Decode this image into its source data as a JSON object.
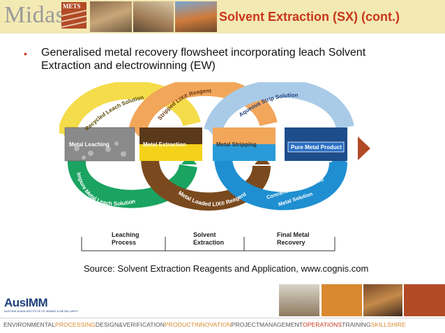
{
  "header": {
    "logo_text": "Midas",
    "logo_badge": "METS",
    "title": "Solvent Extraction (SX) (cont.)",
    "colors": {
      "title": "#c9361b",
      "strip": "#f3e9b3"
    }
  },
  "bullet": {
    "marker": "•",
    "text": "Generalised metal recovery flowsheet incorporating leach Solvent Extraction and electrowinning (EW)"
  },
  "diagram": {
    "stages": [
      {
        "label": "Metal Leaching"
      },
      {
        "label": "Metal Extraction"
      },
      {
        "label": "Metal Stripping"
      },
      {
        "label": "Pure Metal Product"
      }
    ],
    "flows": [
      {
        "label": "Recycled Leach Solution",
        "color": "#f4dc4a"
      },
      {
        "label": "Stripped LIX® Reagent",
        "color": "#f2a65a"
      },
      {
        "label": "Aqueous Strip Solution",
        "color": "#a9cbe8"
      },
      {
        "label": "Impure Metal Leach Solution",
        "color": "#1aa361"
      },
      {
        "label": "Metal Loaded LIX® Reagent",
        "color": "#7a4a1e"
      },
      {
        "label": "Concentrated & Purified Metal Solution",
        "color": "#1f8fd1"
      }
    ],
    "concentrated_line1": "Concentrated & Purified",
    "concentrated_line2": "Metal Solution",
    "processes": [
      {
        "line1": "Leaching",
        "line2": "Process"
      },
      {
        "line1": "Solvent",
        "line2": "Extraction"
      },
      {
        "line1": "Final Metal",
        "line2": "Recovery"
      }
    ]
  },
  "source": "Source: Solvent Extraction Reagents and Application, www.cognis.com",
  "footer": {
    "org": "AusIMM",
    "org_sub": "AUSTRALASIAN INSTITUTE OF MINING & METALLURGY",
    "words": [
      {
        "text": "ENVIRONMENTAL",
        "tone": "gray"
      },
      {
        "text": "PROCESSING",
        "tone": "orange"
      },
      {
        "text": "DESIGN&VERIFICATION",
        "tone": "gray"
      },
      {
        "text": "PRODUCTINNOVATION",
        "tone": "orange"
      },
      {
        "text": "PROJECTMANAGEMENT",
        "tone": "gray"
      },
      {
        "text": "OPERATIONS",
        "tone": "red"
      },
      {
        "text": "TRAINING",
        "tone": "gray"
      },
      {
        "text": "SKILLSHIRE",
        "tone": "orange"
      }
    ]
  }
}
